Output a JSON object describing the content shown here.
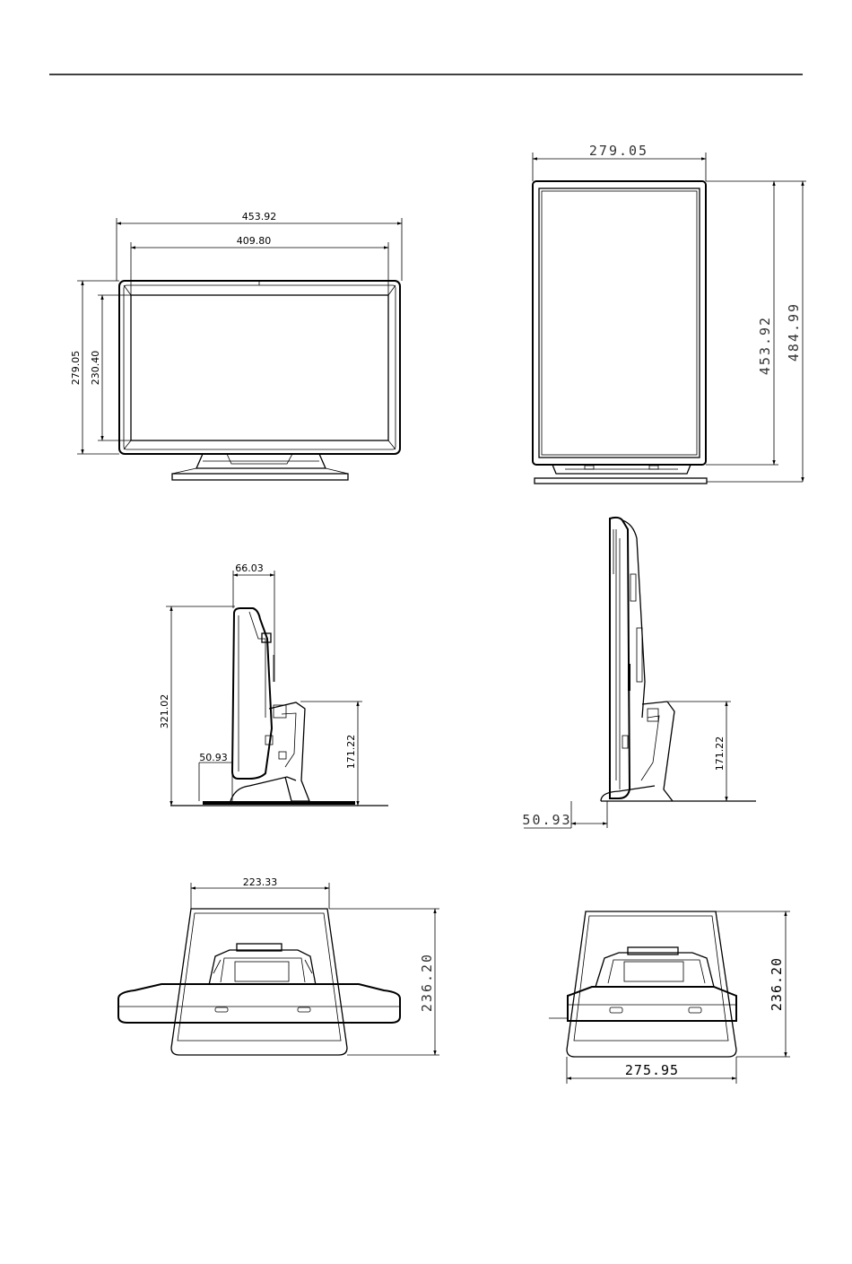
{
  "views": {
    "front_landscape": {
      "width_overall": "453.92",
      "width_active": "409.80",
      "height_overall": "279.05",
      "height_active": "230.40"
    },
    "front_portrait": {
      "width": "279.05",
      "height_display": "453.92",
      "height_overall": "484.99"
    },
    "side_landscape": {
      "depth": "66.03",
      "height_overall": "321.02",
      "stand_height": "171.22",
      "offset": "50.93"
    },
    "side_portrait": {
      "stand_height": "171.22",
      "offset": "50.93"
    },
    "top_landscape": {
      "base_width": "223.33",
      "depth": "236.20"
    },
    "top_portrait": {
      "depth": "236.20",
      "width": "275.95"
    }
  }
}
